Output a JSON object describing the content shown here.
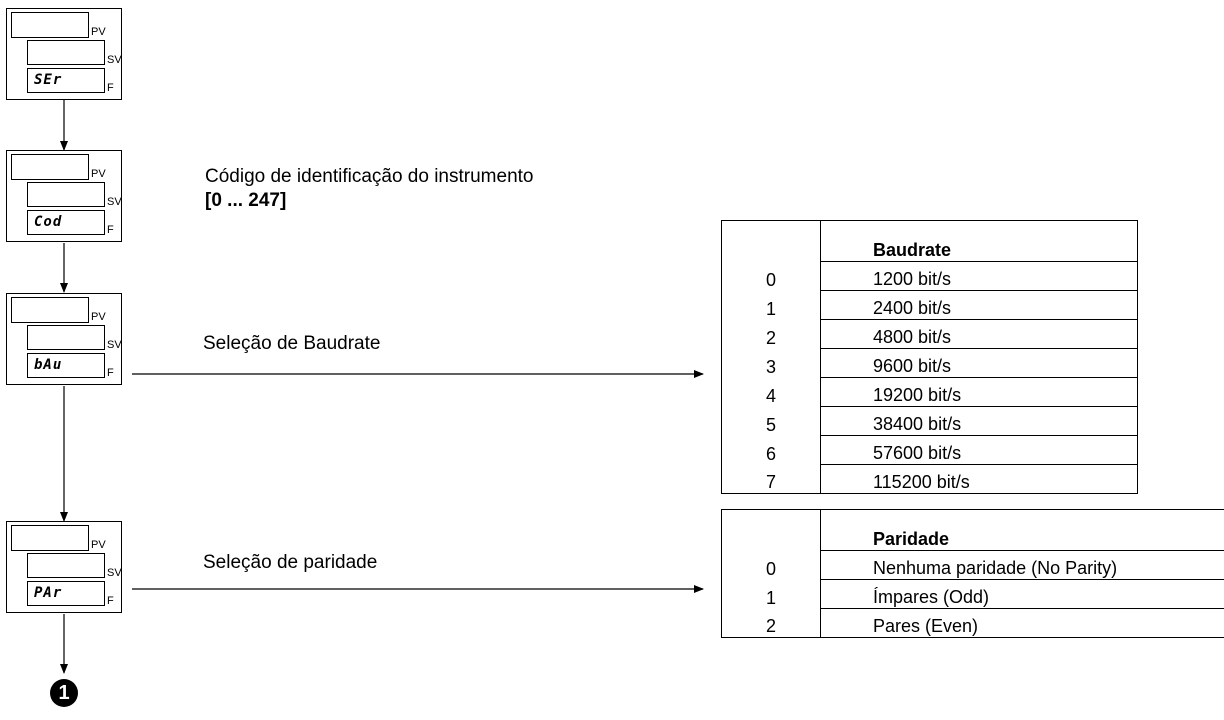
{
  "panels": [
    {
      "pv_label": "PV",
      "sv_label": "SV",
      "f_label": "F",
      "code": "SEr"
    },
    {
      "pv_label": "PV",
      "sv_label": "SV",
      "f_label": "F",
      "code": "Cod"
    },
    {
      "pv_label": "PV",
      "sv_label": "SV",
      "f_label": "F",
      "code": "bAu"
    },
    {
      "pv_label": "PV",
      "sv_label": "SV",
      "f_label": "F",
      "code": "PAr"
    }
  ],
  "labels": {
    "cod_desc": "Código de identificação do instrumento",
    "cod_range": "[0 ... 247]",
    "bau_desc": "Seleção de Baudrate",
    "par_desc": "Seleção de paridade"
  },
  "baudrate": {
    "header": "Baudrate",
    "rows": [
      {
        "k": "0",
        "v": "1200 bit/s"
      },
      {
        "k": "1",
        "v": "2400 bit/s"
      },
      {
        "k": "2",
        "v": "4800 bit/s"
      },
      {
        "k": "3",
        "v": "9600 bit/s"
      },
      {
        "k": "4",
        "v": "19200 bit/s"
      },
      {
        "k": "5",
        "v": "38400 bit/s"
      },
      {
        "k": "6",
        "v": "57600 bit/s"
      },
      {
        "k": "7",
        "v": "115200 bit/s"
      }
    ]
  },
  "paridade": {
    "header": "Paridade",
    "rows": [
      {
        "k": "0",
        "v": "Nenhuma paridade (No Parity)"
      },
      {
        "k": "1",
        "v": "Ímpares (Odd)"
      },
      {
        "k": "2",
        "v": "Pares (Even)"
      }
    ]
  },
  "marker": "1"
}
